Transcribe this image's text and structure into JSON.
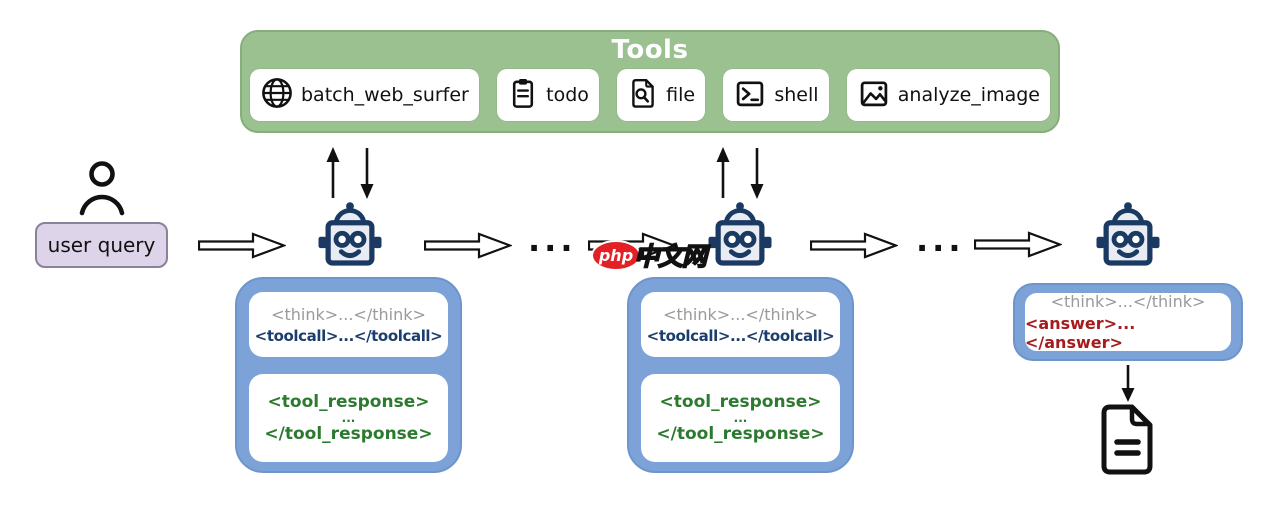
{
  "tools_panel": {
    "title": "Tools",
    "items": [
      {
        "icon": "globe-icon",
        "label": "batch_web_surfer"
      },
      {
        "icon": "clipboard-icon",
        "label": "todo"
      },
      {
        "icon": "file-search-icon",
        "label": "file"
      },
      {
        "icon": "terminal-icon",
        "label": "shell"
      },
      {
        "icon": "image-icon",
        "label": "analyze_image"
      }
    ]
  },
  "user_query": {
    "label": "user query"
  },
  "ellipsis": "...",
  "agent_steps": [
    {
      "think": "<think>...</think>",
      "toolcall": "<toolcall>...</toolcall>",
      "tool_response_open": "<tool_response>",
      "tool_response_ellipsis": "...",
      "tool_response_close": "</tool_response>"
    },
    {
      "think": "<think>...</think>",
      "toolcall": "<toolcall>...</toolcall>",
      "tool_response_open": "<tool_response>",
      "tool_response_ellipsis": "...",
      "tool_response_close": "</tool_response>"
    }
  ],
  "final_step": {
    "think": "<think>...</think>",
    "answer": "<answer>...</answer>"
  },
  "watermark": {
    "badge": "php",
    "text": "中文网"
  },
  "colors": {
    "panel_green": "#9cc191",
    "box_blue": "#7ca2d7",
    "user_query_bg": "#ded4e9",
    "robot_navy": "#1b3a63",
    "think_gray": "#9a9a9a",
    "toolcall_navy": "#1c3e6e",
    "response_green": "#2c7a2f",
    "answer_red": "#a51c1c",
    "watermark_red": "#e32025"
  }
}
